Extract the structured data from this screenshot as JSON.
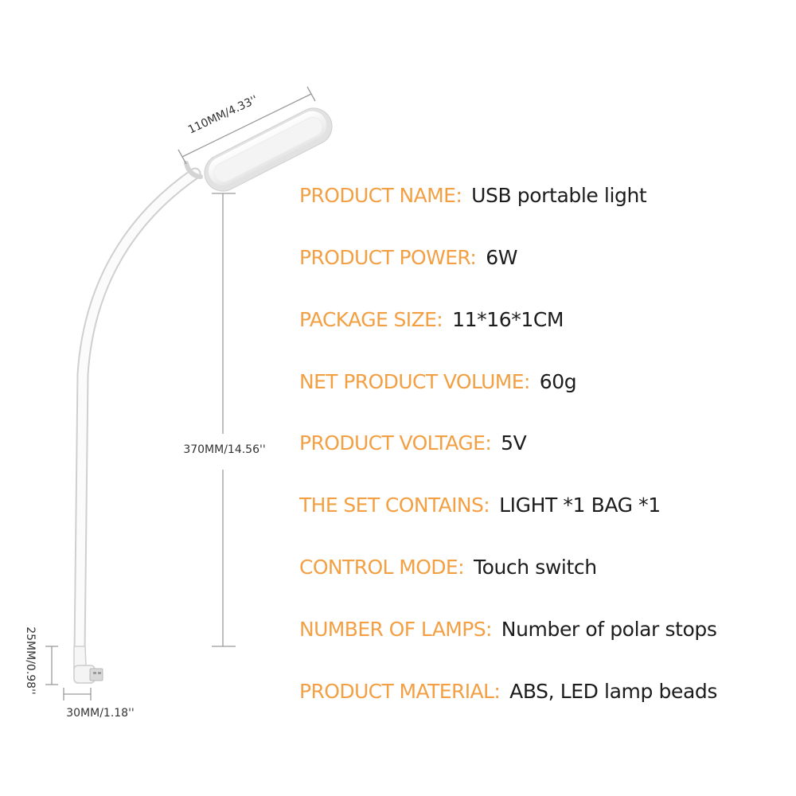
{
  "dimensions": {
    "head_width": "110MM/4.33''",
    "total_length": "370MM/14.56''",
    "plug_height": "25MM/0.98''",
    "plug_width": "30MM/1.18''"
  },
  "specs": [
    {
      "label": "PRODUCT NAME:",
      "value": "USB portable light"
    },
    {
      "label": "PRODUCT POWER:",
      "value": "6W"
    },
    {
      "label": "PACKAGE SIZE:",
      "value": "11*16*1CM"
    },
    {
      "label": "NET PRODUCT VOLUME:",
      "value": "60g"
    },
    {
      "label": "PRODUCT VOLTAGE:",
      "value": "5V"
    },
    {
      "label": "THE SET CONTAINS:",
      "value": "LIGHT *1 BAG *1"
    },
    {
      "label": "CONTROL MODE:",
      "value": "Touch switch"
    },
    {
      "label": "NUMBER OF LAMPS:",
      "value": "Number of polar stops"
    },
    {
      "label": "PRODUCT MATERIAL:",
      "value": "ABS, LED lamp beads"
    }
  ],
  "colors": {
    "label": "#f2a043",
    "value": "#1c1c1c",
    "dimension_line": "#9a9a9a"
  }
}
